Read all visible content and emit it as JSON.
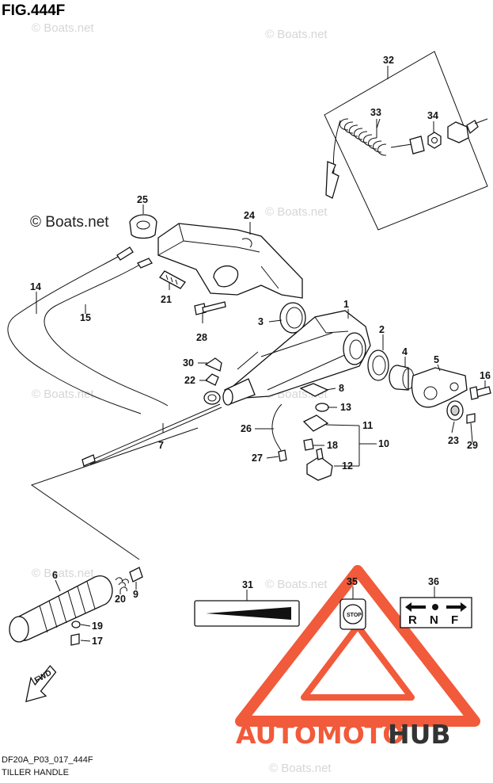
{
  "header": {
    "figure_id": "FIG.444F"
  },
  "footer": {
    "model_code": "DF20A_P03_017_444F",
    "section_title": "TILLER HANDLE"
  },
  "watermarks": {
    "copyright": "© Boats.net",
    "copyright_dark": "© Boats.net"
  },
  "logo": {
    "part_a": "AUTOMOTO",
    "part_b": "HUB",
    "color_a": "#f15a3a",
    "color_b": "#333333"
  },
  "decals": {
    "stop": "STOP",
    "shift_r": "R",
    "shift_n": "N",
    "shift_f": "F",
    "fwd": "FWD"
  },
  "callouts": {
    "c1": "1",
    "c2": "2",
    "c3": "3",
    "c4": "4",
    "c5": "5",
    "c6": "6",
    "c7": "7",
    "c8": "8",
    "c9": "9",
    "c10": "10",
    "c11": "11",
    "c12": "12",
    "c13": "13",
    "c14": "14",
    "c15": "15",
    "c16": "16",
    "c17": "17",
    "c18": "18",
    "c19": "19",
    "c20": "20",
    "c21": "21",
    "c22": "22",
    "c23": "23",
    "c24": "24",
    "c25": "25",
    "c26": "26",
    "c27": "27",
    "c28": "28",
    "c29": "29",
    "c30": "30",
    "c31": "31",
    "c32": "32",
    "c33": "33",
    "c34": "34",
    "c35": "35",
    "c36": "36"
  }
}
